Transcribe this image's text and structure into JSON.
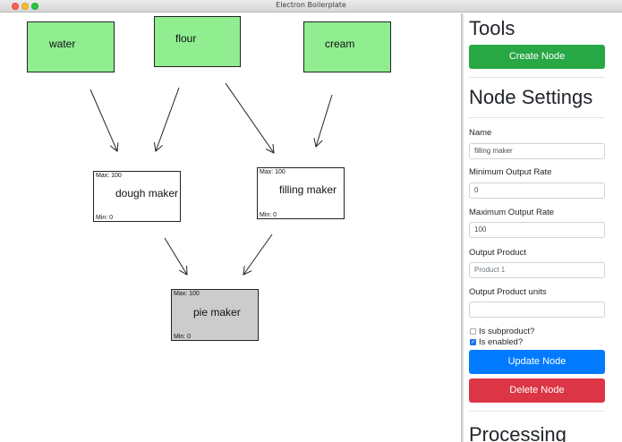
{
  "window": {
    "title": "Electron Boilerplate"
  },
  "graph": {
    "nodes": {
      "water": {
        "label": "water"
      },
      "flour": {
        "label": "flour"
      },
      "cream": {
        "label": "cream"
      },
      "dough": {
        "label": "dough maker",
        "max": "Max: 100",
        "min": "Min: 0"
      },
      "filling": {
        "label": "filling maker",
        "max": "Max: 100",
        "min": "Min: 0"
      },
      "pie": {
        "label": "pie maker",
        "max": "Max: 100",
        "min": "Min: 0"
      }
    }
  },
  "sidebar": {
    "tools_heading": "Tools",
    "create_node_label": "Create Node",
    "settings_heading": "Node Settings",
    "name_label": "Name",
    "name_value": "filling maker",
    "min_rate_label": "Minimum Output Rate",
    "min_rate_value": "0",
    "max_rate_label": "Maximum Output Rate",
    "max_rate_value": "100",
    "output_product_label": "Output Product",
    "output_product_placeholder": "Product 1",
    "output_units_label": "Output Product units",
    "output_units_value": "",
    "subproduct_label": "Is subproduct?",
    "subproduct_checked": false,
    "enabled_label": "Is enabled?",
    "enabled_checked": true,
    "update_label": "Update Node",
    "delete_label": "Delete Node",
    "processing_heading": "Processing"
  },
  "colors": {
    "source_node": "#90ee90",
    "final_node": "#cccccc",
    "create_button": "#28a745",
    "update_button": "#007bff",
    "delete_button": "#dc3545"
  }
}
